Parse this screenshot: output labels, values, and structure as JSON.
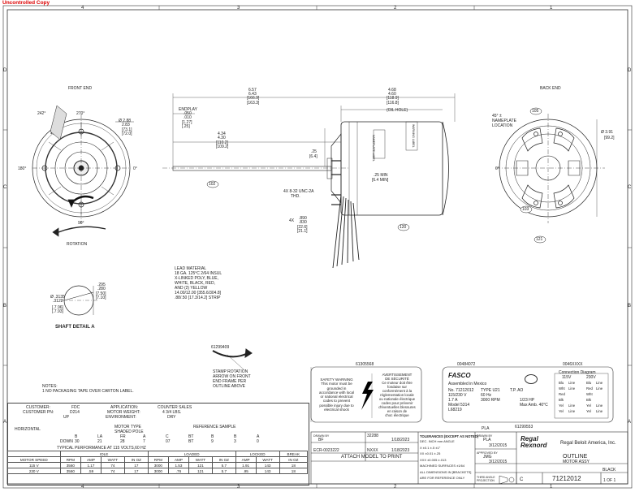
{
  "watermark": "Uncontrolled Copy",
  "zones": {
    "top": [
      "4",
      "3",
      "2",
      "1"
    ],
    "bottom": [
      "4",
      "3",
      "2",
      "1"
    ],
    "left": [
      "D",
      "C",
      "B",
      "A"
    ],
    "right": [
      "D",
      "C",
      "B",
      "A"
    ]
  },
  "views": {
    "front_end": "FRONT END",
    "back_end": "BACK END",
    "rotation": "ROTATION",
    "shaft_detail": "SHAFT DETAIL A"
  },
  "front_dims": {
    "a242": "242°",
    "a270": "270°",
    "a180": "180°",
    "a0": "0°",
    "a90": "90°",
    "d1": "Ø 2.88",
    "d2": "2.83",
    "d3": "[73.1]",
    "d4": "[72.0]"
  },
  "side_dims": {
    "d657": "6.57",
    "d643": "6.43",
    "d6669": "[166.9]",
    "d1633": "[163.3]",
    "d468": "4.68",
    "d460": "4.60",
    "d1189": "[118.9]",
    "d1168": "[116.8]",
    "endplay": "ENDPLAY",
    "e050": ".050",
    "e010": ".010",
    "e127": "[1.27]",
    "e25": "[.25]",
    "d434": "4.34",
    "d430": "4.30",
    "d1102": "[110.2]",
    "d1092": "[109.2]",
    "oil_hole": "(OIL HOLE)",
    "d25": ".25",
    "d64": "[6.4]",
    "min25": ".25 MIN",
    "min64": "[6.4 MIN]",
    "thd": "4X 8-32 UNC-2A",
    "thd2": "THD.",
    "x4": "4X",
    "d890": ".890",
    "d830": ".830",
    "d226": "[22.6]",
    "d211": "[21.1]",
    "b102": "102",
    "b120": "120",
    "label1": "NAMEPLATE LABEL",
    "label2": "WARNING LABEL"
  },
  "back_dims": {
    "b105": "105",
    "nameplate": "45° ±",
    "nameplate2": "NAMEPLATE",
    "nameplate3": "LOCATION",
    "d391": "Ø 3.91",
    "d992": "[99.2]",
    "a0": "0°",
    "b103": "103",
    "b121": "121"
  },
  "lead_material": [
    "LEAD MATERIAL",
    "18 GA. 125°C 2/64 INSUL",
    "X-LINKED POLY, BLUE,",
    "WHITE, BLACK, RED,",
    "AND (2) YELLOW",
    "14.00/12.00 [355.6/304.8]",
    ".88/.50 [17.3/14.2] STRIP"
  ],
  "shaft_dims": {
    "s1": "Ø .3135",
    "s2": ".3122",
    "s3": "[.7.96]",
    "s4": "[.7.93]",
    "s5": ".295",
    "s6": ".280",
    "s7": "[7.50]",
    "s8": "[7.10]"
  },
  "stamp": {
    "part": "61299409",
    "text": [
      "STAMP ROTATION",
      "ARROW ON FRONT",
      "END FRAME PER",
      "OUTLINE ABOVE"
    ]
  },
  "notes": {
    "title": "NOTES:",
    "n1": "1     NO PACKAGING TAPE OVER CARTON LABEL."
  },
  "label_parts": {
    "p1": "61305568",
    "p2": "00484072",
    "p3": "0046XXXX",
    "p4": "61299553"
  },
  "safety": {
    "en": [
      "SAFETY WARNING",
      "This motor must be",
      "grounded in",
      "accordance with local",
      "or national electrical",
      "codes to prevent",
      "possible injury due to",
      "electrical shock"
    ],
    "fr": [
      "AVERTISSEMENT",
      "DE SÉCURITÉ",
      "Ce moteur doit être",
      "fondaise sur",
      "conformément à la",
      "réglementation locale",
      "ou nationale électrique",
      "codes pour prévenir",
      "d'éventuelles blessures",
      "en raison de",
      "choc électrique"
    ]
  },
  "nameplate": {
    "brand": "FASCO",
    "assembled": "Assembled in Mexico",
    "l1": "No. 71212012",
    "l2": "115/230 V",
    "l3": "1.7 A",
    "l4": "Model 5314",
    "l5": "L68219",
    "type": "TYPE   U21",
    "tp": "T.P.   AO",
    "hz": "60 Hz",
    "rpm": "3000 RPM",
    "hp": "1/23 HP",
    "amb": "Max Amb. 40°C",
    "pla": "PLA",
    "conn_title": "Connection Diagram",
    "conn_115": "115V",
    "conn_230": "230V",
    "conn_rows": [
      [
        "Blu",
        "Line",
        "Blu",
        "Line"
      ],
      [
        "Wht",
        "Line",
        "Red",
        "Line"
      ],
      [
        "Red",
        "",
        "Wht",
        ""
      ],
      [
        "Blk",
        "",
        "Blk",
        ""
      ],
      [
        "Yel",
        "Line",
        "Yel",
        "Line"
      ],
      [
        "Yel",
        "Line",
        "Yel",
        "Line"
      ]
    ]
  },
  "spec": {
    "customer_k": "CUSTOMER:",
    "customer_v": "FDC",
    "custpn_k": "CUSTOMER PN:",
    "custpn_v": "D214",
    "app_k": "APPLICATION:",
    "app_v": "COUNTER SALES",
    "weight_k": "MOTOR WEIGHT:",
    "weight_v": "4 3/4 LBS.",
    "env_k": "ENVIRONMENT:",
    "env_v": "DRY",
    "horizontal": "HORIZONTAL",
    "up": "UP",
    "down": "DOWN",
    "motor_type_k": "MOTOR TYPE",
    "motor_type_v": "SHADED POLE",
    "ref_sample": "REFERENCE SAMPLE",
    "ref_cols": [
      "B",
      "LA",
      "FR",
      "A",
      "C",
      "BT",
      "B",
      "B",
      "A"
    ],
    "ref_vals": [
      "30",
      "21",
      "28",
      "7",
      "07",
      "BT",
      "9",
      "3",
      "0"
    ],
    "typ_perf": "TYPICAL PERFORMANCE AT 115 VOLTS,60 HZ",
    "idle": "IDLE",
    "loaded": "LOADED",
    "locked": "LOCKED",
    "break": "BREAK",
    "cols": [
      "MOTOR SPEED",
      "RPM",
      "AMP",
      "WATT",
      "IN OZ",
      "RPM",
      "AMP",
      "WATT",
      "IN OZ",
      "AMP",
      "WATT",
      "IN OZ"
    ],
    "rows": [
      [
        "115 V",
        "3560",
        "1.17",
        "74",
        "17",
        "3000",
        "1.53",
        "121",
        "5.7",
        "1.91",
        "143",
        "18"
      ],
      [
        "230 V",
        "3560",
        ".59",
        "74",
        "17",
        "3000",
        ".76",
        "121",
        "5.7",
        ".95",
        "143",
        "18"
      ]
    ]
  },
  "title_block": {
    "tolerance": "TOLERANCES (EXCEPT AS NOTED)",
    "tol_rows": [
      "DEC.   INCH   mm   ANGLE",
      "X    ±0.1  ±.5     ±1°",
      "XX   ±0.01 ±.25",
      "XXX  ±0.005 ±.013",
      "MACHINED SURFACES ±1/64",
      "ALL DIMENSIONS IN [BRACKETS]",
      "ARE FOR REFERENCE ONLY"
    ],
    "attach": "ATTACH MODEL TO PRINT",
    "drawn_by_k": "DRAWN BY",
    "drawn_by_v": "BF",
    "rev": "32288",
    "date1": "1/18/2023",
    "eco": "ECR-0023222",
    "approved": "NXXX",
    "date2": "1/18/2023",
    "drawn_k": "DRAWN BY",
    "drawn_v": "PLA",
    "date3": "3/12/2015",
    "approved_k": "APPROVED BY",
    "approved_v": "JMG",
    "date4": "3/12/2015",
    "company": "Regal Beloit America, Inc.",
    "logo1": "Regal",
    "logo2": "Rexnord",
    "desc": "OUTLINE",
    "desc2": "MOTOR ASSY",
    "size": "C",
    "dwg_no": "71212012",
    "finish": "BLACK",
    "sheet": "1 OF 1",
    "third_angle": "THIRD ANGLE PROJECTION"
  }
}
